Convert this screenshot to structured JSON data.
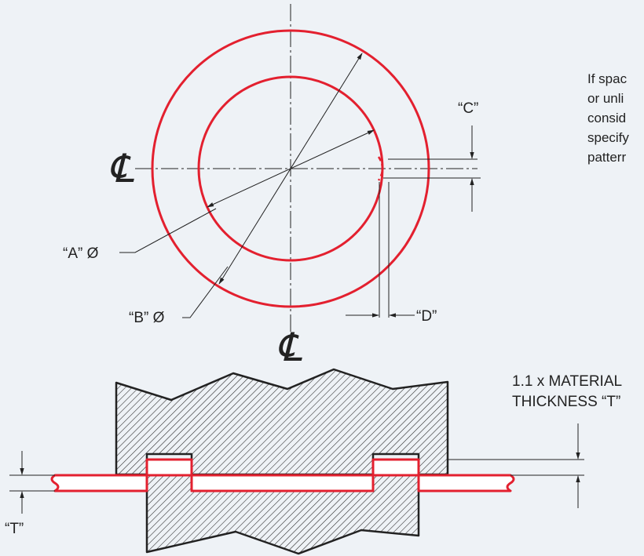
{
  "labels": {
    "a_dia": "“A” Ø",
    "b_dia": "“B” Ø",
    "c_dim": "“C”",
    "d_dim": "“D”",
    "t_dim": "“T”",
    "material_line1": "1.1 x MATERIAL",
    "material_line2": "THICKNESS “T”",
    "centerline_symbol": "℄"
  },
  "note_lines": [
    "If spac",
    "or unli",
    "consid",
    "specify",
    "patterr"
  ],
  "colors": {
    "background": "#eef2f6",
    "part": "#e3202f",
    "line": "#222222"
  }
}
